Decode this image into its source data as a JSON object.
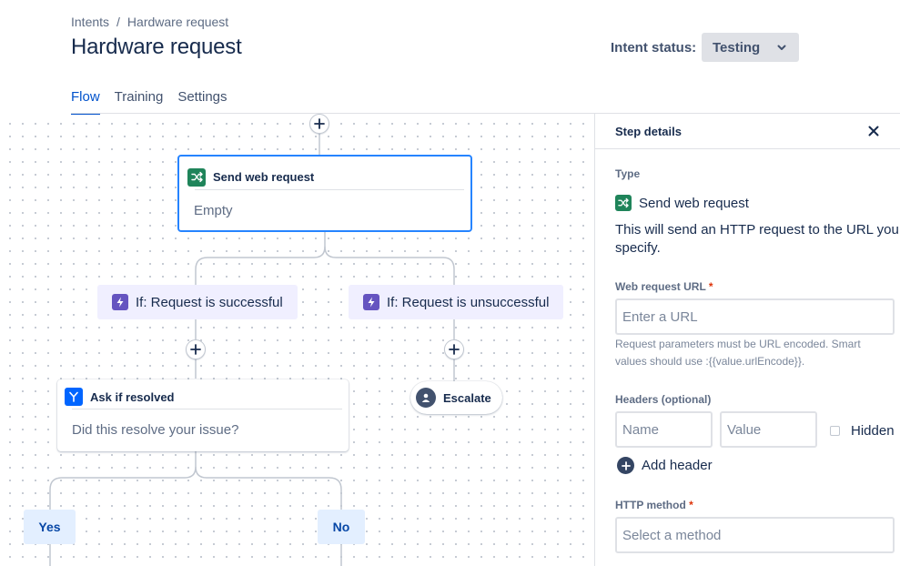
{
  "breadcrumb": {
    "parent": "Intents",
    "separator": "/",
    "current": "Hardware request"
  },
  "page_title": "Hardware request",
  "status": {
    "label": "Intent status:",
    "value": "Testing"
  },
  "tabs": [
    {
      "label": "Flow",
      "active": true
    },
    {
      "label": "Training",
      "active": false
    },
    {
      "label": "Settings",
      "active": false
    }
  ],
  "flow": {
    "web_request_node": {
      "title": "Send web request",
      "body": "Empty"
    },
    "condition_success": "If: Request is successful",
    "condition_fail": "If: Request is unsuccessful",
    "ask_node": {
      "title": "Ask if resolved",
      "body": "Did this resolve your issue?"
    },
    "escalate": "Escalate",
    "yes": "Yes",
    "no": "No"
  },
  "panel": {
    "title": "Step details",
    "type_label": "Type",
    "type_value": "Send web request",
    "description": "This will send an HTTP request to the URL you specify.",
    "url_label": "Web request URL",
    "required_mark": "*",
    "url_placeholder": "Enter a URL",
    "url_helper": "Request parameters must be URL encoded. Smart values should use :{{value.urlEncode}}.",
    "headers_label": "Headers (optional)",
    "header_name_placeholder": "Name",
    "header_value_placeholder": "Value",
    "hidden_label": "Hidden",
    "add_header": "Add header",
    "method_label": "HTTP method",
    "method_placeholder": "Select a method"
  },
  "colors": {
    "accent": "#0052cc",
    "selected_border": "#2684ff",
    "web_request_icon": "#1f845a",
    "condition_icon": "#6554c0",
    "ask_icon": "#0065ff",
    "required": "#de350b"
  },
  "icons": [
    "chevron-down-icon",
    "plus-icon",
    "shuffle-icon",
    "lightning-icon",
    "branch-icon",
    "person-icon",
    "close-icon"
  ]
}
